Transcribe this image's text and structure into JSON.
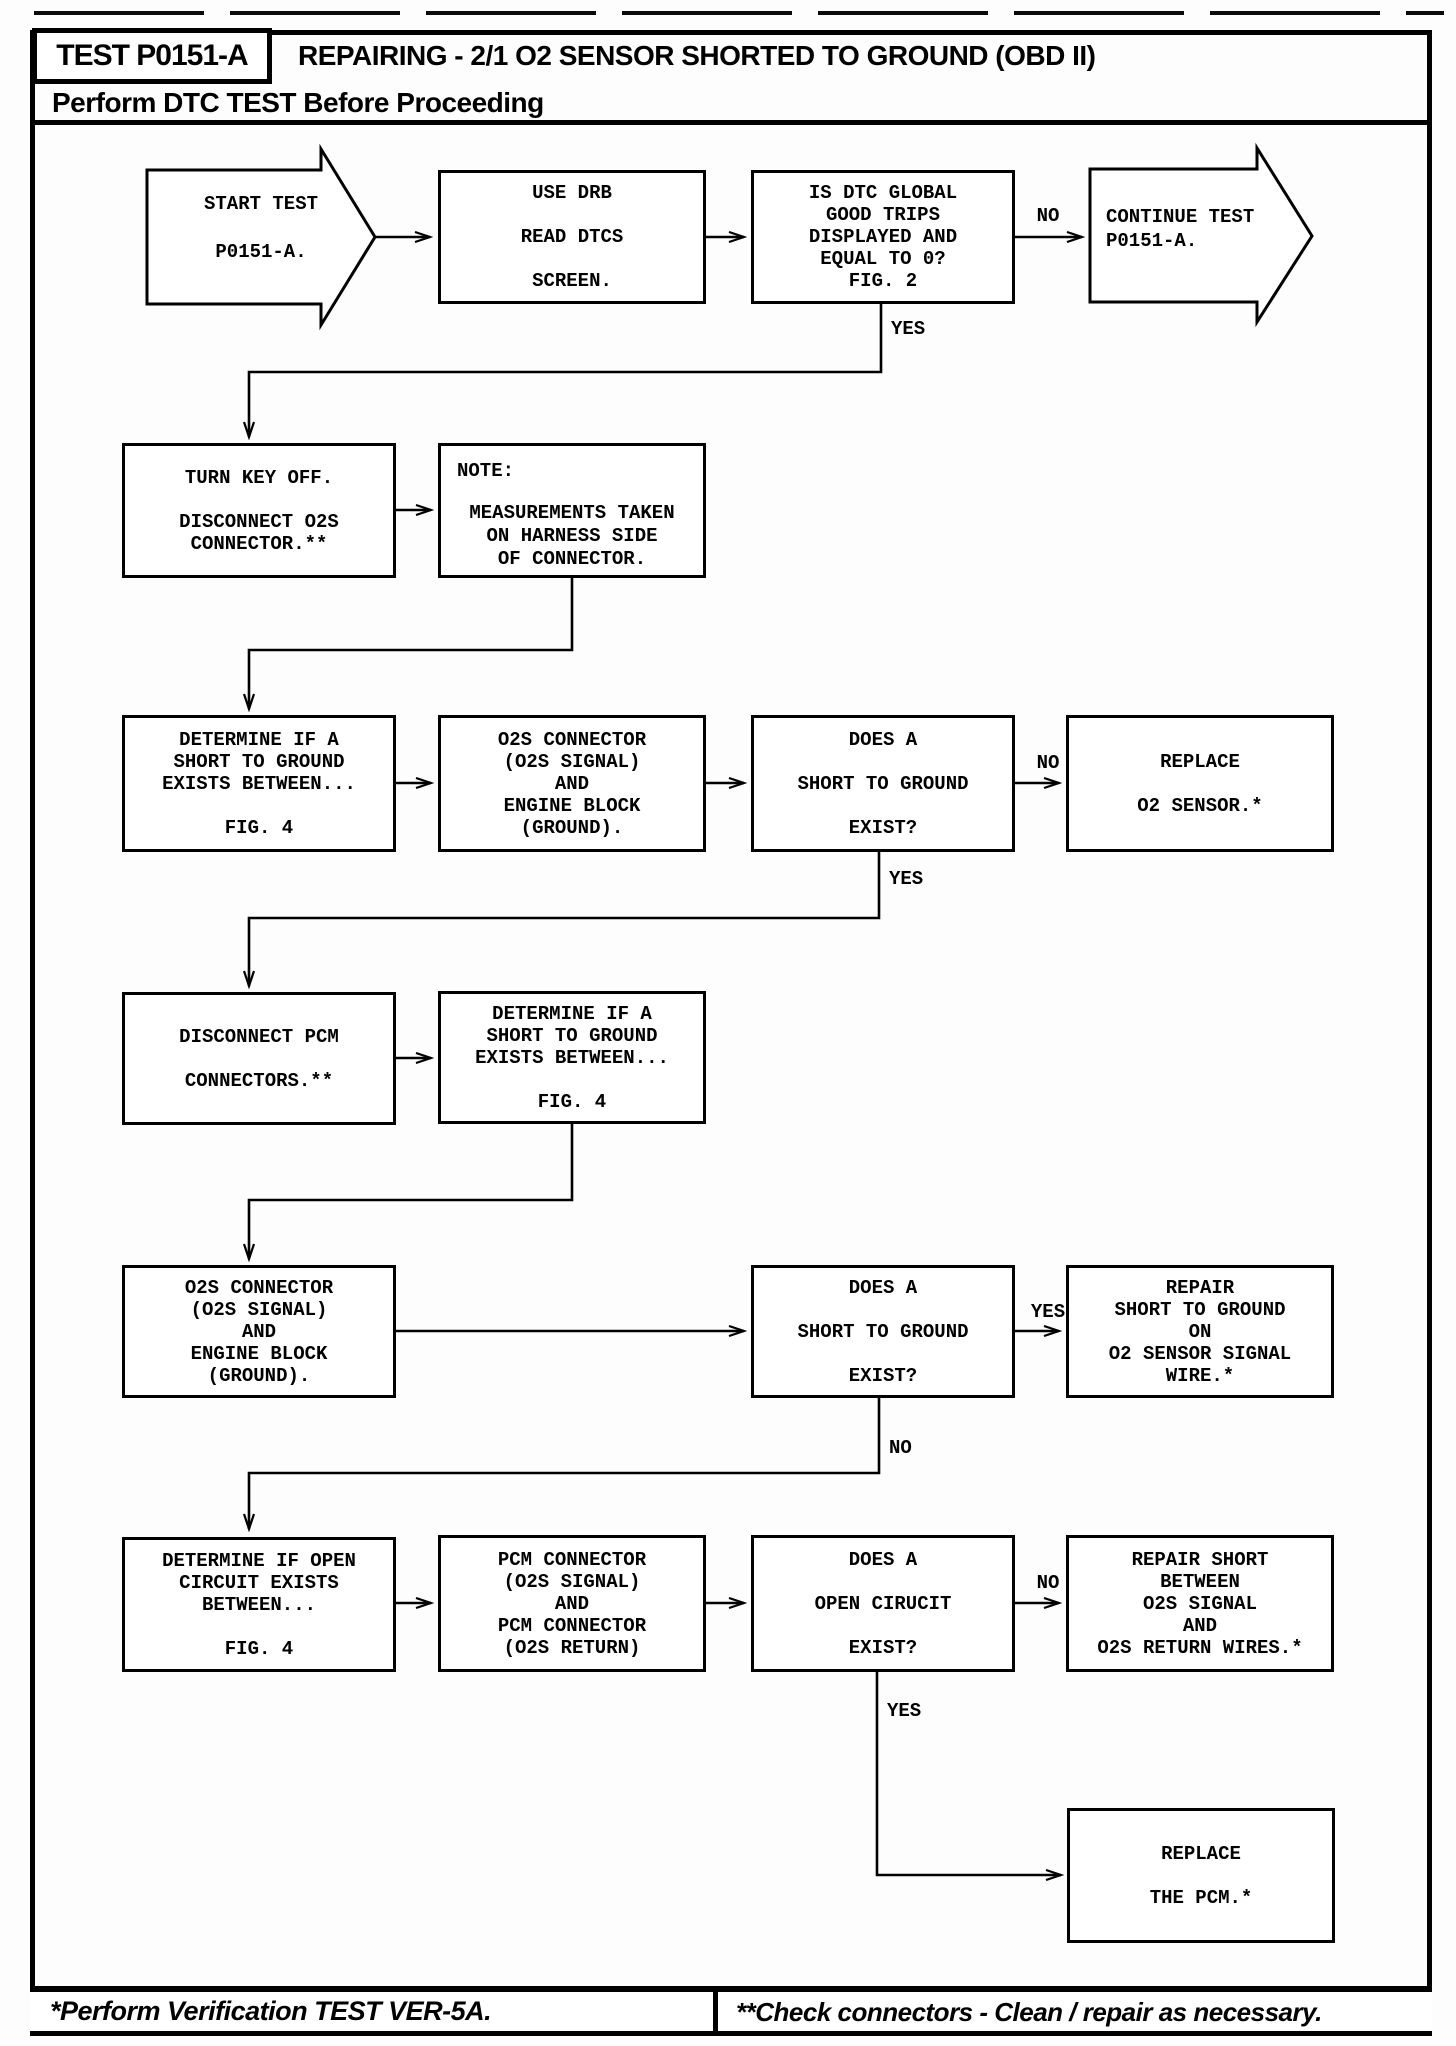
{
  "header": {
    "test_label": "TEST P0151-A",
    "title": "REPAIRING - 2/1 O2 SENSOR SHORTED TO GROUND (OBD II)",
    "subtitle": "Perform DTC TEST Before Proceeding"
  },
  "flowchart": {
    "nodes": {
      "start": {
        "text": "START TEST\n\nP0151-A."
      },
      "use_drb": {
        "text": "USE DRB\n\nREAD DTCS\n\nSCREEN."
      },
      "is_dtc": {
        "text": "IS DTC GLOBAL\nGOOD TRIPS\nDISPLAYED AND\nEQUAL TO 0?\nFIG. 2"
      },
      "continue_test": {
        "text": "CONTINUE TEST\nP0151-A."
      },
      "turn_key": {
        "text": "TURN KEY OFF.\n\nDISCONNECT O2S\nCONNECTOR.**"
      },
      "note": {
        "title": "NOTE:",
        "text": "MEASUREMENTS TAKEN\nON HARNESS SIDE\nOF CONNECTOR."
      },
      "determine_short_1": {
        "text": "DETERMINE IF A\nSHORT TO GROUND\nEXISTS BETWEEN...\n\nFIG. 4"
      },
      "o2s_connector_1": {
        "text": "O2S CONNECTOR\n(O2S SIGNAL)\nAND\nENGINE BLOCK\n(GROUND)."
      },
      "does_short_1": {
        "text": "DOES A\n\nSHORT TO GROUND\n\nEXIST?"
      },
      "replace_o2": {
        "text": "REPLACE\n\nO2 SENSOR.*"
      },
      "disconnect_pcm": {
        "text": "DISCONNECT PCM\n\nCONNECTORS.**"
      },
      "determine_short_2": {
        "text": "DETERMINE IF A\nSHORT TO GROUND\nEXISTS BETWEEN...\n\nFIG. 4"
      },
      "o2s_connector_2": {
        "text": "O2S CONNECTOR\n(O2S SIGNAL)\nAND\nENGINE BLOCK\n(GROUND)."
      },
      "does_short_2": {
        "text": "DOES A\n\nSHORT TO GROUND\n\nEXIST?"
      },
      "repair_ground": {
        "text": "REPAIR\nSHORT TO GROUND\nON\nO2 SENSOR SIGNAL\nWIRE.*"
      },
      "determine_open": {
        "text": "DETERMINE IF OPEN\nCIRCUIT EXISTS\nBETWEEN...\n\nFIG. 4"
      },
      "pcm_connector": {
        "text": "PCM CONNECTOR\n(O2S SIGNAL)\nAND\nPCM CONNECTOR\n(O2S RETURN)"
      },
      "does_open": {
        "text": "DOES A\n\nOPEN CIRUCIT\n\nEXIST?"
      },
      "repair_between": {
        "text": "REPAIR SHORT\nBETWEEN\nO2S SIGNAL\nAND\nO2S RETURN WIRES.*"
      },
      "replace_pcm": {
        "text": "REPLACE\n\nTHE PCM.*"
      }
    },
    "labels": {
      "no_1": "NO",
      "yes_1": "YES",
      "no_2": "NO",
      "yes_2": "YES",
      "yes_3": "YES",
      "no_3": "NO",
      "no_4": "NO",
      "yes_4": "YES"
    },
    "colors": {
      "ink": "#000000",
      "paper": "#fdfdfd"
    }
  },
  "footer": {
    "left": "*Perform Verification TEST VER-5A.",
    "right": "**Check connectors - Clean / repair as necessary."
  }
}
